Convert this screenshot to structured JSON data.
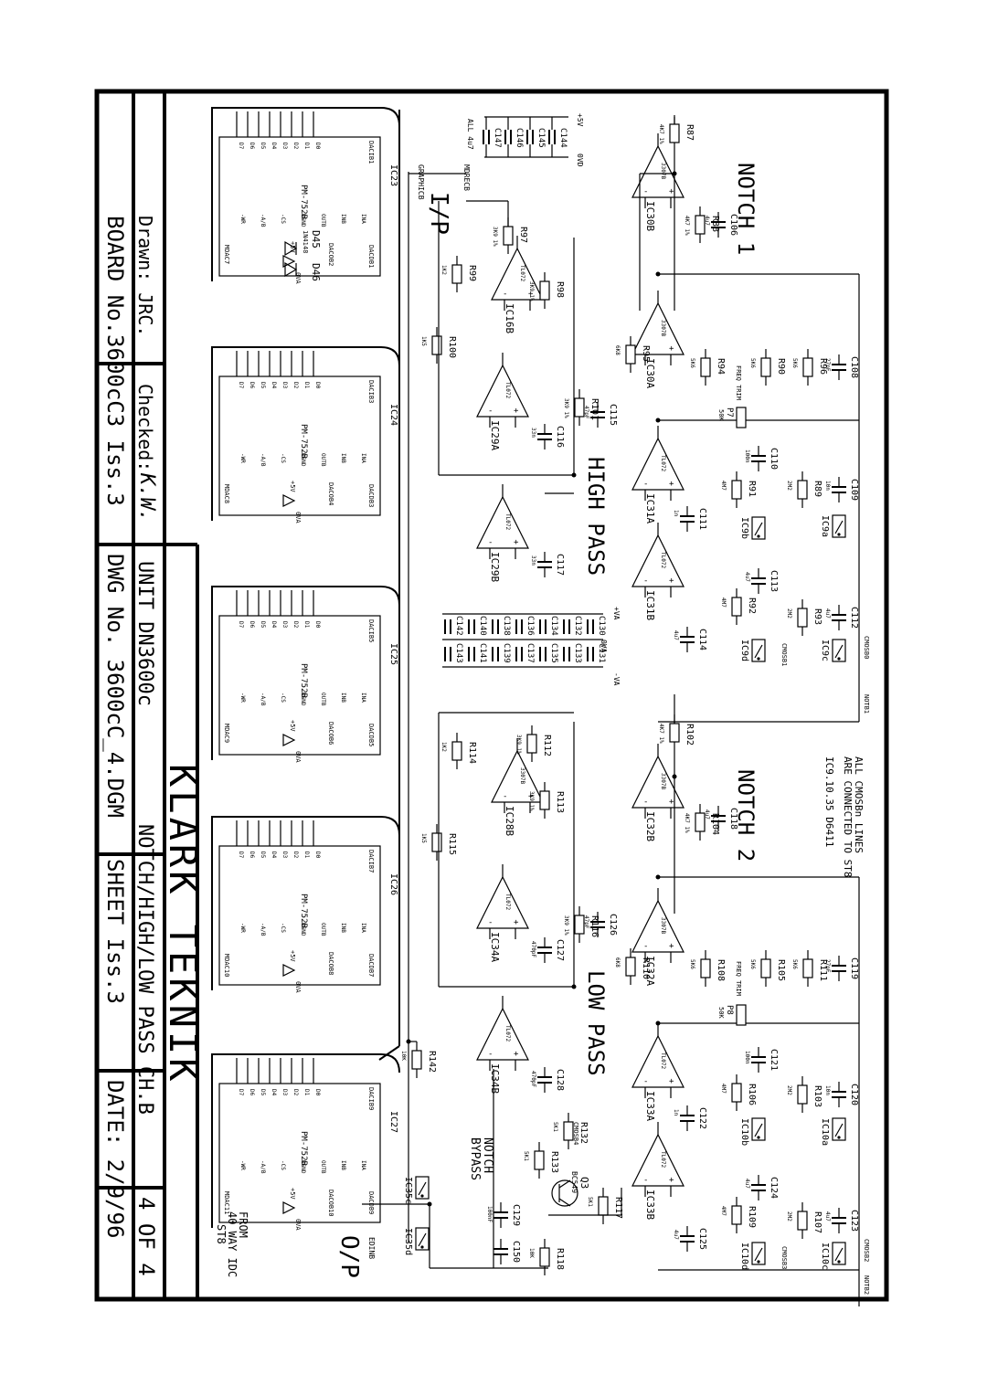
{
  "title_block": {
    "company": "KLARK TEKNIK",
    "board": "BOARD No.3600cC3 Iss.3",
    "dwg": "DWG No.   3600cC_4.DGM",
    "sheet": "SHEET Iss.3",
    "date": "DATE: 2/9/96",
    "page": "4 OF 4",
    "drawn": "Drawn: JRC.",
    "checked": "Checked:",
    "checked_sig": "K.W.",
    "unit": "UNIT  DN3600c",
    "description": "NOTCH/HIGH/LOW PASS CH.B"
  },
  "section_labels": {
    "notch1": "NOTCH 1",
    "notch2": "NOTCH 2",
    "high_pass": "HIGH PASS",
    "low_pass": "LOW PASS",
    "input": "I/P",
    "output": "O/P",
    "notch_bypass_1": "NOTCH",
    "notch_bypass_2": "BYPASS"
  },
  "notes": {
    "line1": "ALL CMOSBn LINES",
    "line2": "ARE CONNECTED TO ST8",
    "line3": "IC9.10.35  D6411",
    "from1": "FROM",
    "from2": "40 WAY IDC",
    "from3": "ST8",
    "caps_all": "ALL 4u7",
    "graphics": "GRAPHICB",
    "mdrecb": "MDRECB",
    "edinb": "EDINB"
  },
  "dac_chip_type": "PM-752B",
  "dacs": [
    {
      "ref": "IC23",
      "a": "DACIB1",
      "b": "DACOB2",
      "mdac": "MDAC7",
      "db": "DACDB1"
    },
    {
      "ref": "IC24",
      "a": "DACIB3",
      "b": "DACOB4",
      "mdac": "MDAC8",
      "db": "DACDB3"
    },
    {
      "ref": "IC25",
      "a": "DACIB5",
      "b": "DACOB6",
      "mdac": "MDAC9",
      "db": "DACDB5"
    },
    {
      "ref": "IC26",
      "a": "DACIB7",
      "b": "DACOB8",
      "mdac": "MDAC10",
      "db": "DACDB7"
    },
    {
      "ref": "IC27",
      "a": "DACIB9",
      "b": "DACOB10",
      "mdac": "MDAC11",
      "db": "DACDB9"
    }
  ],
  "dac_pins_left": [
    "INA",
    "INB",
    "OUTB",
    "DGND",
    "-CS",
    "-A/B",
    "-WR"
  ],
  "dac_pins_right": [
    "D0",
    "D1",
    "D2",
    "D3",
    "D4",
    "D5",
    "D6",
    "D7"
  ],
  "opamps": [
    {
      "ref": "IC30B",
      "type": "3307B"
    },
    {
      "ref": "IC30A",
      "type": "3307B"
    },
    {
      "ref": "IC31A",
      "type": "TL072"
    },
    {
      "ref": "IC31B",
      "type": "TL072"
    },
    {
      "ref": "IC16B",
      "type": "TL072"
    },
    {
      "ref": "IC29A",
      "type": "TL072"
    },
    {
      "ref": "IC29B",
      "type": "TL072"
    },
    {
      "ref": "IC32B",
      "type": "3307B"
    },
    {
      "ref": "IC32A",
      "type": "3307B"
    },
    {
      "ref": "IC33A",
      "type": "TL072"
    },
    {
      "ref": "IC33B",
      "type": "TL072"
    },
    {
      "ref": "IC28B",
      "type": "3307B"
    },
    {
      "ref": "IC34A",
      "type": "TL072"
    },
    {
      "ref": "IC34B",
      "type": "TL072"
    }
  ],
  "switches": [
    "IC9a",
    "IC9b",
    "IC9c",
    "IC9d",
    "IC10a",
    "IC10b",
    "IC10c",
    "IC10d",
    "IC35c",
    "IC35d"
  ],
  "resistors": [
    {
      "ref": "R87",
      "val": "4K7 1%"
    },
    {
      "ref": "R88",
      "val": "4K7 1%"
    },
    {
      "ref": "R97",
      "val": "3K9 1%"
    },
    {
      "ref": "R98",
      "val": "3K9 1%"
    },
    {
      "ref": "R99",
      "val": "1K2"
    },
    {
      "ref": "R100",
      "val": "1K5"
    },
    {
      "ref": "R101",
      "val": "3K9 1%"
    },
    {
      "ref": "R95",
      "val": "6K8"
    },
    {
      "ref": "R94",
      "val": "5K6"
    },
    {
      "ref": "R90",
      "val": "5K6"
    },
    {
      "ref": "R96",
      "val": "5K6"
    },
    {
      "ref": "R89",
      "val": "2M2"
    },
    {
      "ref": "R91",
      "val": "4M7"
    },
    {
      "ref": "R93",
      "val": "2M2"
    },
    {
      "ref": "R92",
      "val": "4M7"
    },
    {
      "ref": "R102",
      "val": "4K7 1%"
    },
    {
      "ref": "R104",
      "val": "4K7 1%"
    },
    {
      "ref": "R112",
      "val": "3K9 1%"
    },
    {
      "ref": "R113",
      "val": "3K9 1%"
    },
    {
      "ref": "R114",
      "val": "1K2"
    },
    {
      "ref": "R115",
      "val": "1K5"
    },
    {
      "ref": "R116",
      "val": "3K9 1%"
    },
    {
      "ref": "R110",
      "val": "6K8"
    },
    {
      "ref": "R108",
      "val": "5K6"
    },
    {
      "ref": "R105",
      "val": "5K6"
    },
    {
      "ref": "R111",
      "val": "5K6"
    },
    {
      "ref": "R103",
      "val": "2M2"
    },
    {
      "ref": "R106",
      "val": "4M7"
    },
    {
      "ref": "R107",
      "val": "2M2"
    },
    {
      "ref": "R109",
      "val": "4M7"
    },
    {
      "ref": "R142",
      "val": "10K"
    },
    {
      "ref": "R132",
      "val": "5K1"
    },
    {
      "ref": "R133",
      "val": "5K1"
    },
    {
      "ref": "R117",
      "val": "5K1"
    },
    {
      "ref": "R118",
      "val": "10K"
    }
  ],
  "capacitors": [
    {
      "ref": "C106",
      "val": "4u7"
    },
    {
      "ref": "C108",
      "val": "27pF"
    },
    {
      "ref": "C109",
      "val": "10n"
    },
    {
      "ref": "C110",
      "val": "100n"
    },
    {
      "ref": "C111",
      "val": "1n"
    },
    {
      "ref": "C112",
      "val": "4u7"
    },
    {
      "ref": "C113",
      "val": "4u7"
    },
    {
      "ref": "C114",
      "val": "4u7"
    },
    {
      "ref": "C115",
      "val": "47pF"
    },
    {
      "ref": "C116",
      "val": "33n"
    },
    {
      "ref": "C117",
      "val": "33n"
    },
    {
      "ref": "C118",
      "val": "4u7"
    },
    {
      "ref": "C119",
      "val": "27pF"
    },
    {
      "ref": "C120",
      "val": "10n"
    },
    {
      "ref": "C121",
      "val": "100n"
    },
    {
      "ref": "C122",
      "val": "1n"
    },
    {
      "ref": "C123",
      "val": "4u7"
    },
    {
      "ref": "C124",
      "val": "4u7"
    },
    {
      "ref": "C125",
      "val": "4u7"
    },
    {
      "ref": "C126",
      "val": "47pF"
    },
    {
      "ref": "C127",
      "val": "470pF"
    },
    {
      "ref": "C128",
      "val": "470pF"
    },
    {
      "ref": "C129",
      "val": "100nF"
    },
    {
      "ref": "C150",
      "val": ""
    }
  ],
  "decoupling_caps": [
    "C130",
    "C131",
    "C132",
    "C133",
    "C134",
    "C135",
    "C136",
    "C137",
    "C138",
    "C139",
    "C140",
    "C141",
    "C142",
    "C143"
  ],
  "top_caps": [
    "C144",
    "C145",
    "C146",
    "C147"
  ],
  "misc": {
    "trimmers": [
      "P7",
      "P8"
    ],
    "trim_label": "FREQ TRIM",
    "trim_val": "50K",
    "diodes": [
      "D45",
      "D46"
    ],
    "diode_type": "1N4148",
    "transistor": "Q3",
    "transistor_type": "BC549",
    "rail_pos": "+5V",
    "rail_va_pos": "+VA",
    "rail_va_neg": "-VA",
    "ground": "0VA",
    "ground_d": "0VD",
    "cmos_lines": [
      "CMOSB0",
      "CMOSB1",
      "CMOSB2",
      "CMOSB3",
      "CMOSB4"
    ],
    "notb": [
      "NOTB1",
      "NOTB2"
    ]
  }
}
